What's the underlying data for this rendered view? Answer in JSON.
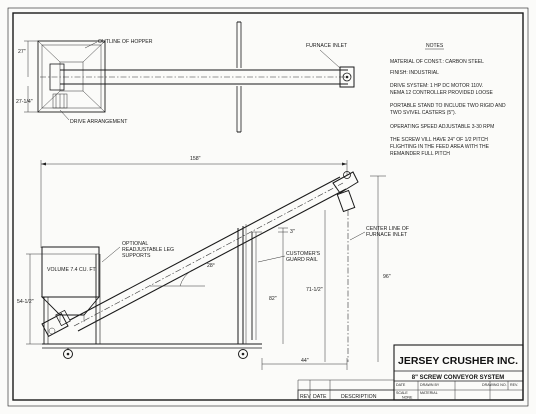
{
  "labels": {
    "outline_of_hopper": "OUTLINE OF HOPPER",
    "drive_arrangement": "DRIVE ARRANGEMENT",
    "furnace_inlet": "FURNACE INLET",
    "optional_readjustable_leg": "OPTIONAL",
    "optional_readjustable_leg_2": "READJUSTABLE LEG",
    "optional_readjustable_leg_3": "SUPPORTS",
    "customers_guard_rail_1": "CUSTOMER'S",
    "customers_guard_rail_2": "GUARD RAIL",
    "center_line_1": "CENTER LINE OF",
    "center_line_2": "FURNACE INLET",
    "volume": "VOLUME 7.4 CU. FT."
  },
  "dimensions": {
    "d_27": "27\"",
    "d_27_1_4": "27-1/4\"",
    "d_158": "158\"",
    "d_28deg": "28°",
    "d_54_1_2": "54-1/2\"",
    "d_82": "82\"",
    "d_71_1_2": "71-1/2\"",
    "d_96": "96\"",
    "d_44": "44\"",
    "d_3": "3\""
  },
  "notes": {
    "heading": "NOTES",
    "n1": "MATERIAL OF CONST.: CARBON STEEL",
    "n2": "FINISH: INDUSTRIAL",
    "n3a": "DRIVE SYSTEM: 1 HP DC MOTOR 110V.",
    "n3b": "NEMA 12 CONTROLLER PROVIDED LOOSE",
    "n4a": "PORTABLE STAND TO INCLUDE TWO RIGID AND",
    "n4b": "TWO SVIVEL CASTERS (5\").",
    "n5": "OPERATING SPEED ADJUSTABLE  3-30 RPM",
    "n6a": "THE SCREW VILL HAVE 24\" OF 1/2 PITCH",
    "n6b": "FLIGHTING IN THE FEED AREA WITH THE",
    "n6c": "REMAINDER FULL PITCH"
  },
  "title_block": {
    "company": "JERSEY CRUSHER INC.",
    "drawing_title": "8\" SCREW CONVEYOR SYSTEM",
    "date_label": "DATE",
    "drawn_by_label": "DRAWN BY",
    "drawing_no_label": "DRAWING NO.",
    "rev_label": "REV.",
    "scale_label": "SCALE",
    "scale_value": "NONE",
    "material_label": "MATERIAL"
  },
  "revision_block": {
    "rev": "REV",
    "date": "DATE",
    "description": "DESCRIPTION"
  }
}
